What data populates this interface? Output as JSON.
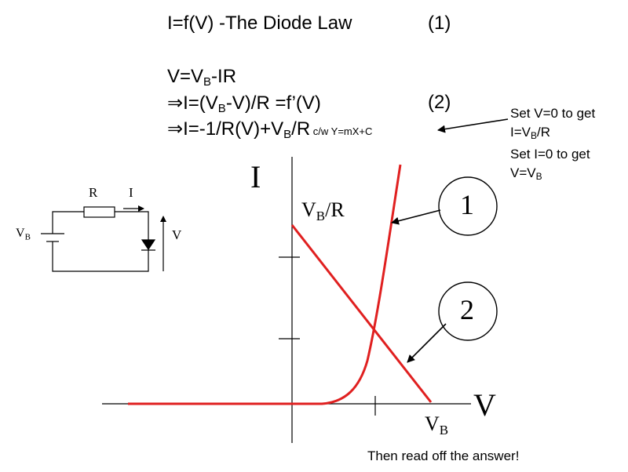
{
  "eq1": {
    "text": "I=f(V)  -The Diode Law",
    "num": "(1)"
  },
  "eq2": {
    "pre": "V=V",
    "sub": "B",
    "post": "-IR"
  },
  "eq3": {
    "arrow": "⇒",
    "pre": "I=(V",
    "sub": "B",
    "post": "-V)/R =f’(V)",
    "num": "(2)"
  },
  "eq4": {
    "arrow": "⇒",
    "pre": "I=-1/R(V)+V",
    "sub": "B",
    "post": "/R",
    "small": " c/w Y=mX+C"
  },
  "note": {
    "line1": "Set V=0 to get",
    "line2_pre": "I=V",
    "line2_sub": "B",
    "line2_post": "/R",
    "line3": "Set I=0 to get",
    "line4_pre": "V=V",
    "line4_sub": "B"
  },
  "circuit": {
    "r_label": "R",
    "i_label": "I",
    "vb_pre": "V",
    "vb_sub": "B",
    "v_label": "V"
  },
  "graph": {
    "y_axis_label": "I",
    "x_axis_label": "V",
    "vbr_pre": "V",
    "vbr_sub": "B",
    "vbr_post": "/R",
    "vb_pre": "V",
    "vb_sub": "B",
    "callout_1": "1",
    "callout_2": "2",
    "line_color": "#e02020"
  },
  "footer": "Then read off the answer!"
}
